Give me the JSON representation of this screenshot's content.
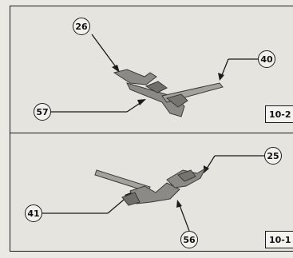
{
  "panels": [
    {
      "figure": "10-2",
      "callouts": {
        "a": "26",
        "b": "40",
        "c": "57"
      }
    },
    {
      "figure": "10-1",
      "callouts": {
        "a": "25",
        "b": "41",
        "c": "56"
      }
    }
  ]
}
